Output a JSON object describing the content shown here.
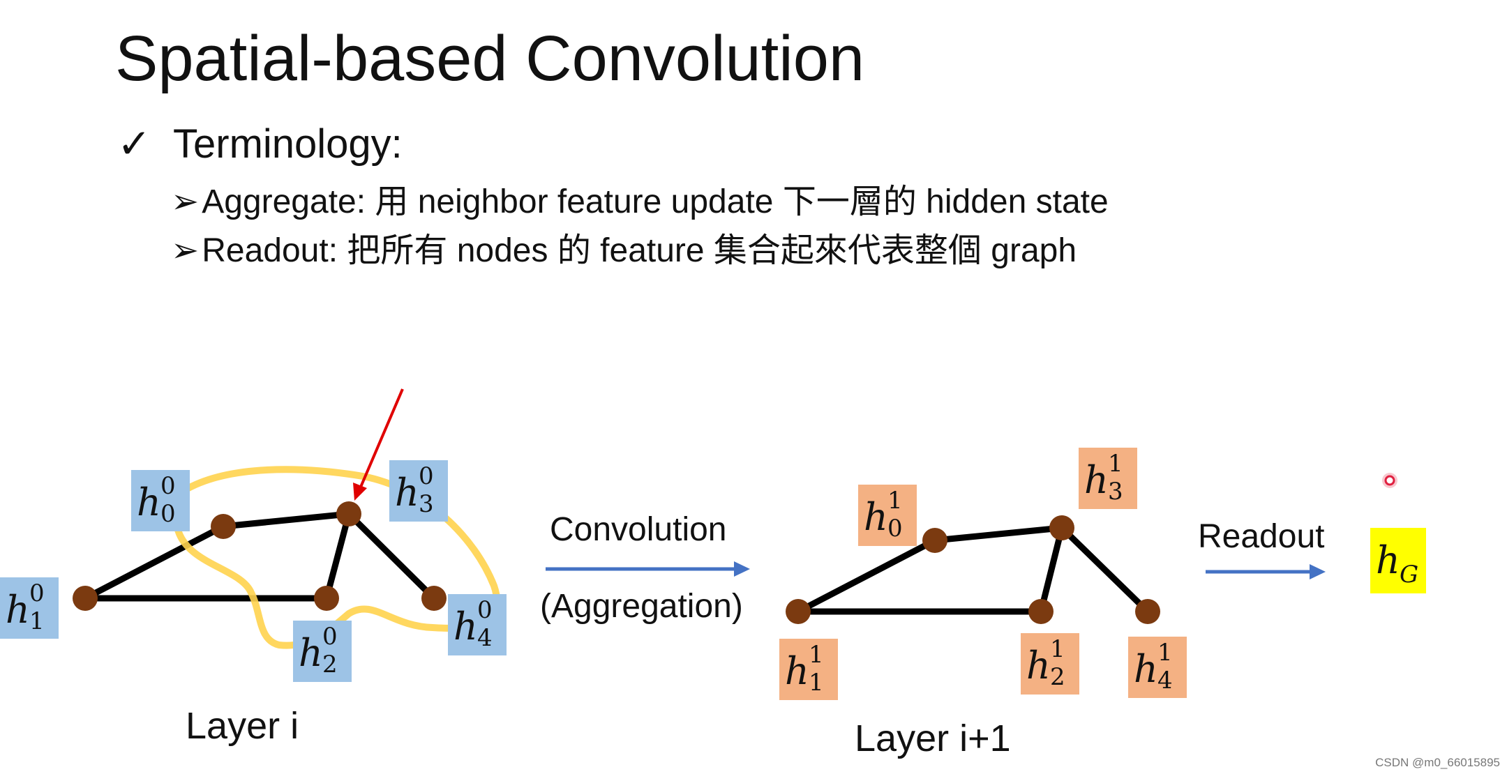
{
  "title": "Spatial-based Convolution",
  "terminology": {
    "check_icon": "✓",
    "heading": "Terminology:",
    "bullet_icon": "➢",
    "bullets": [
      "Aggregate: 用 neighbor feature update 下一層的 hidden state",
      "Readout: 把所有 nodes 的 feature 集合起來代表整個 graph"
    ]
  },
  "layer_i": {
    "caption": "Layer i",
    "labels": [
      {
        "base": "h",
        "sup": "0",
        "sub": "0"
      },
      {
        "base": "h",
        "sup": "0",
        "sub": "1"
      },
      {
        "base": "h",
        "sup": "0",
        "sub": "2"
      },
      {
        "base": "h",
        "sup": "0",
        "sub": "3"
      },
      {
        "base": "h",
        "sup": "0",
        "sub": "4"
      }
    ]
  },
  "layer_i1": {
    "caption": "Layer i+1",
    "labels": [
      {
        "base": "h",
        "sup": "1",
        "sub": "0"
      },
      {
        "base": "h",
        "sup": "1",
        "sub": "1"
      },
      {
        "base": "h",
        "sup": "1",
        "sub": "2"
      },
      {
        "base": "h",
        "sup": "1",
        "sub": "3"
      },
      {
        "base": "h",
        "sup": "1",
        "sub": "4"
      }
    ]
  },
  "convolution_arrow": {
    "label": "Convolution",
    "sublabel": "(Aggregation)"
  },
  "readout_arrow": {
    "label": "Readout"
  },
  "graph_output": {
    "base": "h",
    "sub": "G"
  },
  "colors": {
    "layer_i_label_bg": "#9dc3e6",
    "layer_i1_label_bg": "#f4b183",
    "output_bg": "#ffff00",
    "node": "#7b3a10",
    "edge": "#000000",
    "arrow": "#4472c4",
    "highlight": "#ffd34e",
    "pointer": "#e00000"
  },
  "credit": "CSDN @m0_66015895"
}
